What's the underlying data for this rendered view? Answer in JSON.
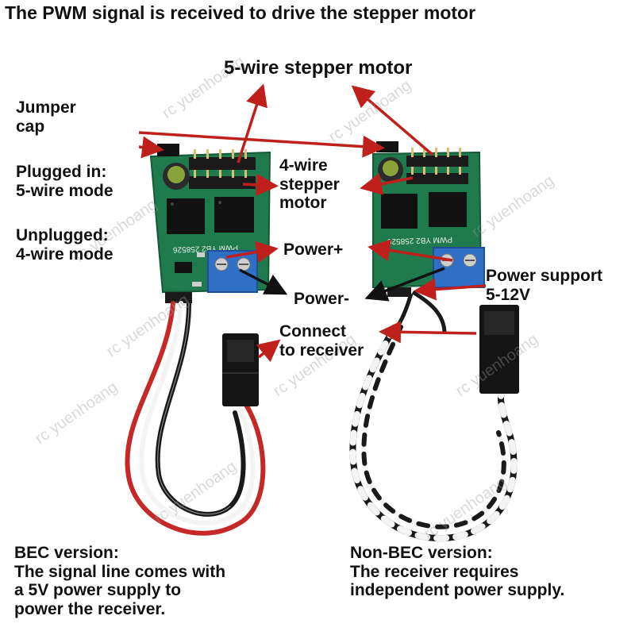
{
  "title": "The PWM signal is received to drive the stepper motor",
  "labels": {
    "five_wire_motor": "5-wire stepper motor",
    "jumper": [
      "Jumper",
      "cap"
    ],
    "plugged_in": [
      "Plugged in:",
      "5-wire mode"
    ],
    "unplugged": [
      "Unplugged:",
      "4-wire mode"
    ],
    "four_wire_motor": [
      "4-wire",
      "stepper",
      "motor"
    ],
    "power_plus": "Power+",
    "power_minus": "Power-",
    "power_support": [
      "Power support",
      "5-12V"
    ],
    "connect_receiver": [
      "Connect",
      "to receiver"
    ]
  },
  "captions": {
    "bec": [
      "BEC version:",
      "The signal line comes with",
      "a 5V power supply to",
      "power the receiver."
    ],
    "non_bec": [
      "Non-BEC version:",
      "The receiver requires",
      "independent power supply."
    ]
  },
  "pcb_silkscreen": [
    "PWM",
    "YB2",
    "258526"
  ],
  "watermark": "rc yuenhoang",
  "colors": {
    "arrow": "#c0201c",
    "pcb": "#1f7a4e",
    "terminal": "#2f6fc6",
    "text": "#111111"
  }
}
